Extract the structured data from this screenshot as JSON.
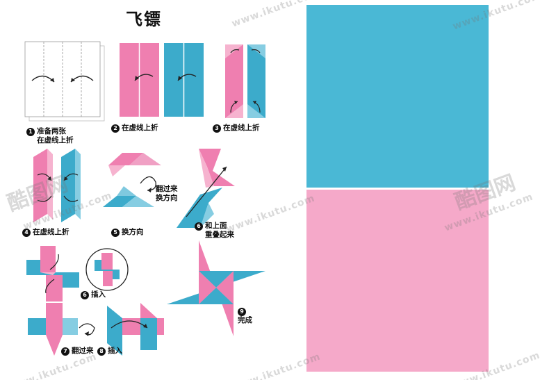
{
  "title": "飞镖",
  "steps": {
    "s1": {
      "num": "1",
      "line1": "准备两张",
      "line2": "在虚线上折"
    },
    "s2": {
      "num": "2",
      "text": "在虚线上折"
    },
    "s3": {
      "num": "3",
      "text": "在虚线上折"
    },
    "s4": {
      "num": "4",
      "text": "在虚线上折"
    },
    "s5": {
      "num": "5",
      "text": "换方向",
      "note1": "翻过来",
      "note2": "换方向"
    },
    "s6a": {
      "num": "6",
      "line1": "和上面",
      "line2": "重叠起来"
    },
    "s6b": {
      "num": "6",
      "text": "插入"
    },
    "s7": {
      "num": "7",
      "text": "翻过来"
    },
    "s8": {
      "num": "8",
      "text": "插入"
    },
    "s9": {
      "num": "9",
      "text": "完成"
    }
  },
  "watermark": {
    "logo": "酷图网",
    "url": "www.ikutu.com"
  },
  "colors": {
    "pink": "#ef7fb0",
    "blue": "#3cabcb",
    "paper_blue": "#4ab8d5",
    "paper_pink": "#f5a9c9"
  }
}
